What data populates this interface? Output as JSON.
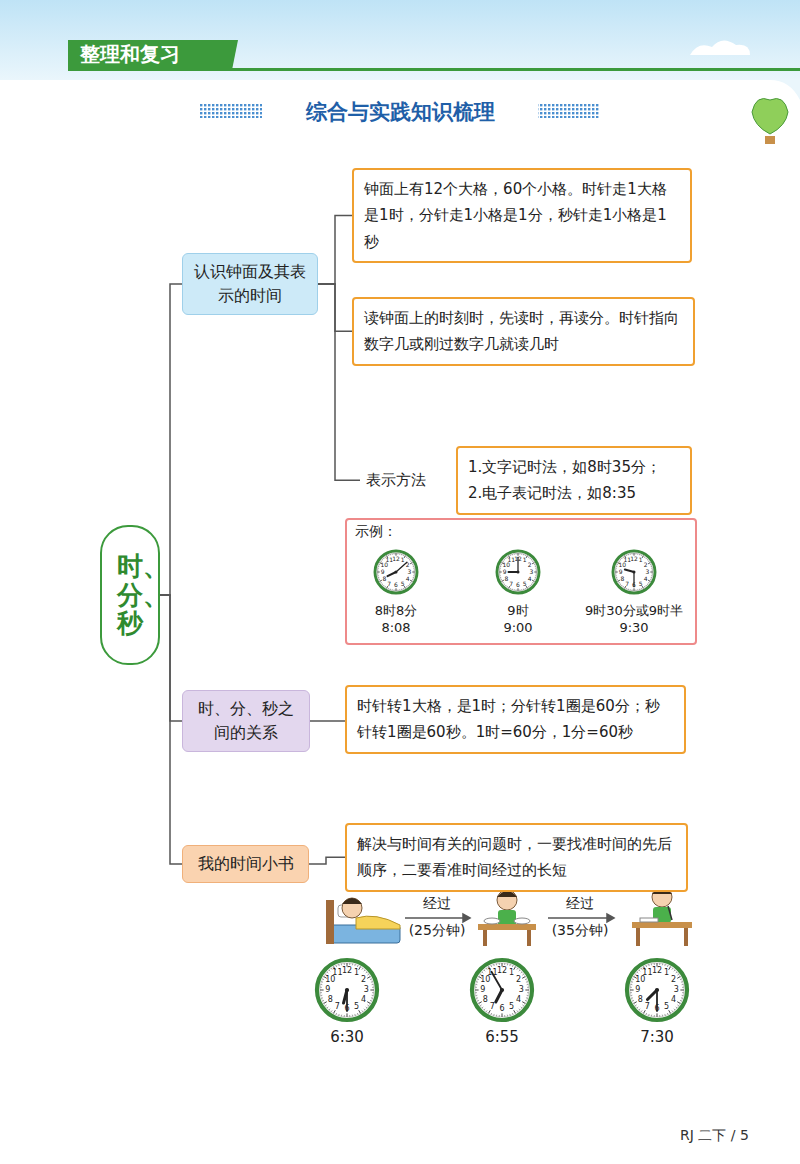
{
  "diagram": {
    "title": "综合与实践知识梳理",
    "nodes": [
      {
        "text": [
          "时、分、秒"
        ]
      },
      {
        "text": [
          "认识钟面及其表示的时间"
        ]
      },
      {
        "text": [
          "钟面上有12个大格，60个小格。时针走1大格是1时，分针走1小格是1分，秒针走1小格是1秒"
        ]
      },
      {
        "text": [
          "读钟面上的时刻时，先读时，再读分。时针指向数字几或刚过数字几就读几时"
        ]
      },
      {
        "text": [
          "表示方法",
          "1.文字记时法，如8时35分；",
          "2.电子表记时法，如8:35"
        ]
      },
      {
        "text": [
          "示例：",
          "8时8分",
          "8:08",
          "9时",
          "9:00",
          "9时30分或9时半",
          "9:30"
        ]
      },
      {
        "text": [
          "时、分、秒之间的关系"
        ]
      },
      {
        "text": [
          "时针转1大格，是1时；分针转1圈是60分；秒针转1圈是60秒。1时=60分，1分=60秒"
        ]
      },
      {
        "text": [
          "我的时间小书"
        ]
      },
      {
        "text": [
          "解决与时间有关的问题时，一要找准时间的先后顺序，二要看准时间经过的长短"
        ]
      }
    ],
    "edges": [
      {
        "from": 0,
        "to": 1,
        "arrow": "none"
      },
      {
        "from": 0,
        "to": 6,
        "arrow": "none"
      },
      {
        "from": 0,
        "to": 8,
        "arrow": "none"
      },
      {
        "from": 1,
        "to": 2,
        "arrow": "none"
      },
      {
        "from": 1,
        "to": 3,
        "arrow": "none"
      },
      {
        "from": 1,
        "to": 4,
        "arrow": "none"
      },
      {
        "from": 6,
        "to": 7,
        "arrow": "none"
      },
      {
        "from": 8,
        "to": 9,
        "arrow": "none"
      }
    ],
    "labels": [
      "整理和复习",
      "经过",
      "(25分钟)",
      "经过",
      "(35分钟)",
      "6:30",
      "6:55",
      "7:30",
      "RJ 二下 / 5",
      "1",
      "2",
      "3",
      "4",
      "5",
      "6",
      "7",
      "8",
      "9",
      "10",
      "11",
      "12",
      "1",
      "2",
      "3",
      "4",
      "5",
      "6",
      "7",
      "8",
      "9",
      "10",
      "11",
      "12",
      "1",
      "2",
      "3",
      "4",
      "5",
      "6",
      "7",
      "8",
      "9",
      "10",
      "11",
      "12",
      "1",
      "2",
      "3",
      "4",
      "5",
      "6",
      "7",
      "8",
      "9",
      "10",
      "11",
      "12",
      "1",
      "2",
      "3",
      "4",
      "5",
      "6",
      "7",
      "8",
      "9",
      "10",
      "11",
      "12",
      "1",
      "2",
      "3",
      "4",
      "5",
      "6",
      "7",
      "8",
      "9",
      "10",
      "11",
      "12"
    ]
  }
}
